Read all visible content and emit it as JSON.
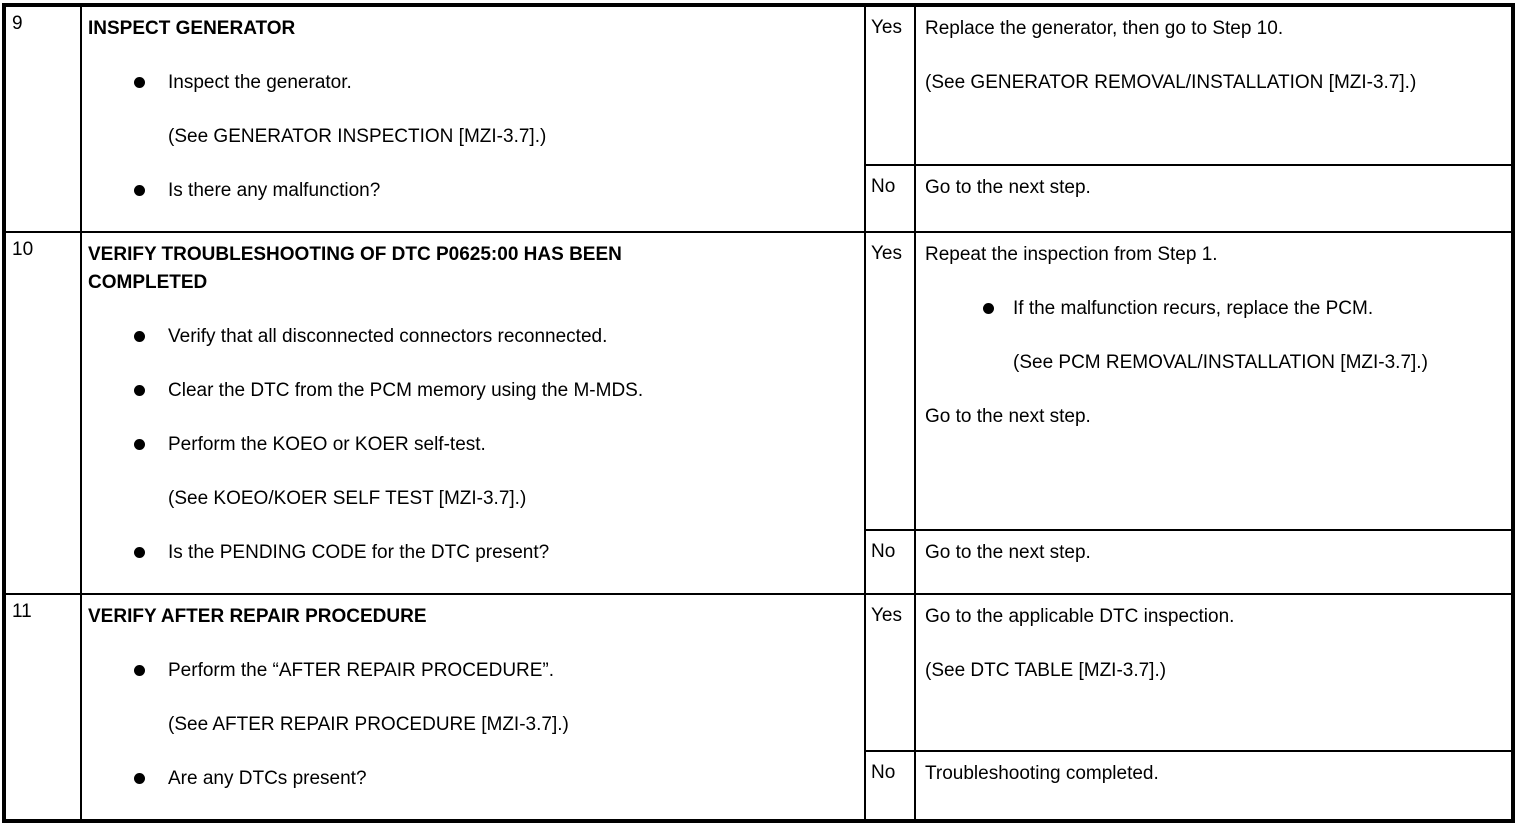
{
  "colors": {
    "border": "#000000",
    "text": "#000000",
    "background": "#ffffff"
  },
  "table": {
    "steps": [
      {
        "step": "9",
        "title": "INSPECT GENERATOR",
        "inspection_items": [
          {
            "type": "bullet",
            "text": "Inspect the generator."
          },
          {
            "type": "ref",
            "text": "(See GENERATOR INSPECTION [MZI-3.7].)"
          },
          {
            "type": "bullet",
            "text": "Is there any malfunction?"
          }
        ],
        "yes": {
          "label": "Yes",
          "items": [
            {
              "type": "text",
              "text": "Replace the generator, then go to Step 10."
            },
            {
              "type": "text",
              "text": "(See GENERATOR REMOVAL/INSTALLATION [MZI-3.7].)"
            }
          ]
        },
        "no": {
          "label": "No",
          "items": [
            {
              "type": "text",
              "text": "Go to the next step."
            }
          ]
        }
      },
      {
        "step": "10",
        "title": "VERIFY TROUBLESHOOTING OF DTC P0625:00 HAS BEEN COMPLETED",
        "inspection_items": [
          {
            "type": "bullet",
            "text": "Verify that all disconnected connectors reconnected."
          },
          {
            "type": "bullet",
            "text": "Clear the DTC from the PCM memory using the M-MDS."
          },
          {
            "type": "bullet",
            "text": "Perform the KOEO or KOER self-test."
          },
          {
            "type": "ref",
            "text": "(See KOEO/KOER SELF TEST [MZI-3.7].)"
          },
          {
            "type": "bullet",
            "text": "Is the PENDING CODE for the DTC present?"
          }
        ],
        "yes": {
          "label": "Yes",
          "items": [
            {
              "type": "text",
              "text": "Repeat the inspection from Step 1."
            },
            {
              "type": "bullet2",
              "text": "If the malfunction recurs, replace the PCM."
            },
            {
              "type": "ref2",
              "text": "(See PCM REMOVAL/INSTALLATION [MZI-3.7].)"
            },
            {
              "type": "text",
              "text": "Go to the next step."
            }
          ]
        },
        "no": {
          "label": "No",
          "items": [
            {
              "type": "text",
              "text": "Go to the next step."
            }
          ]
        }
      },
      {
        "step": "11",
        "title": "VERIFY AFTER REPAIR PROCEDURE",
        "inspection_items": [
          {
            "type": "bullet",
            "text": "Perform the “AFTER REPAIR PROCEDURE”."
          },
          {
            "type": "ref",
            "text": "(See AFTER REPAIR PROCEDURE [MZI-3.7].)"
          },
          {
            "type": "bullet",
            "text": "Are any DTCs present?"
          }
        ],
        "yes": {
          "label": "Yes",
          "items": [
            {
              "type": "text",
              "text": "Go to the applicable DTC inspection."
            },
            {
              "type": "text",
              "text": "(See DTC TABLE [MZI-3.7].)"
            }
          ]
        },
        "no": {
          "label": "No",
          "items": [
            {
              "type": "text",
              "text": "Troubleshooting completed."
            }
          ]
        }
      }
    ]
  }
}
